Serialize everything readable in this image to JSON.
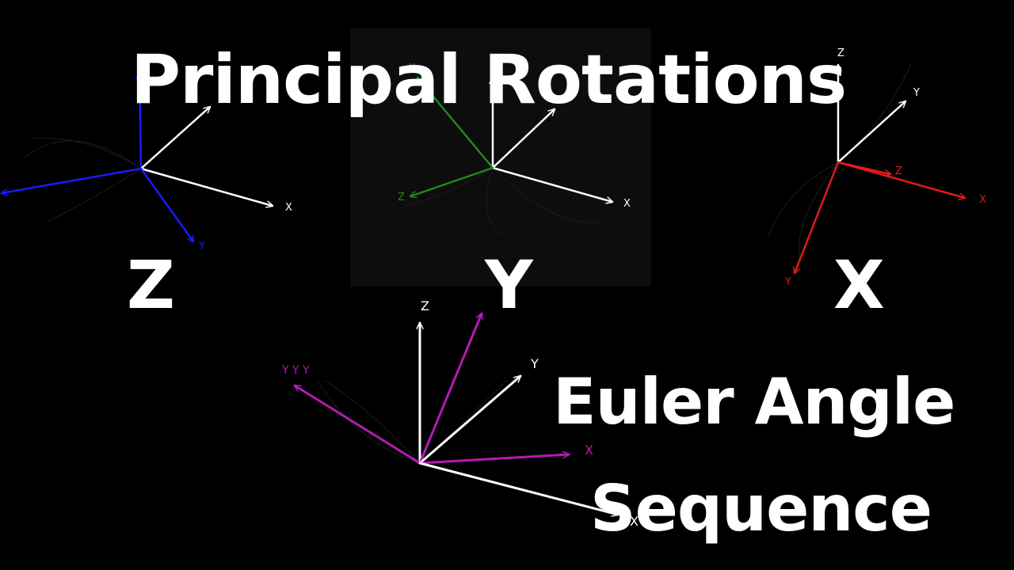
{
  "title": "Principal Rotations",
  "letters": {
    "z": "Z",
    "y": "Y",
    "x": "X"
  },
  "euler": {
    "line1": "Euler Angle",
    "line2": "Sequence"
  },
  "axis_labels": {
    "z_panel": {
      "x": "X",
      "y": "Y"
    },
    "y_panel": {
      "z": "Z",
      "x_white": "X",
      "x_green": "X",
      "z_green": "Z"
    },
    "x_panel": {
      "z": "Z",
      "y": "Y",
      "z_red": "Z",
      "x_red": "X",
      "y_red": "Y"
    },
    "euler_panel": {
      "z": "Z",
      "y_white": "Y",
      "x_magenta": "X",
      "y_magenta": "Y Y Y",
      "x_white": "X"
    }
  },
  "colors": {
    "background": "#000000",
    "text": "#ffffff",
    "z_rotation": "#1a1aff",
    "y_rotation": "#1f8a1f",
    "x_rotation": "#e01a1a",
    "euler": "#b41ab4",
    "panel_highlight": "#0d0d0d"
  }
}
